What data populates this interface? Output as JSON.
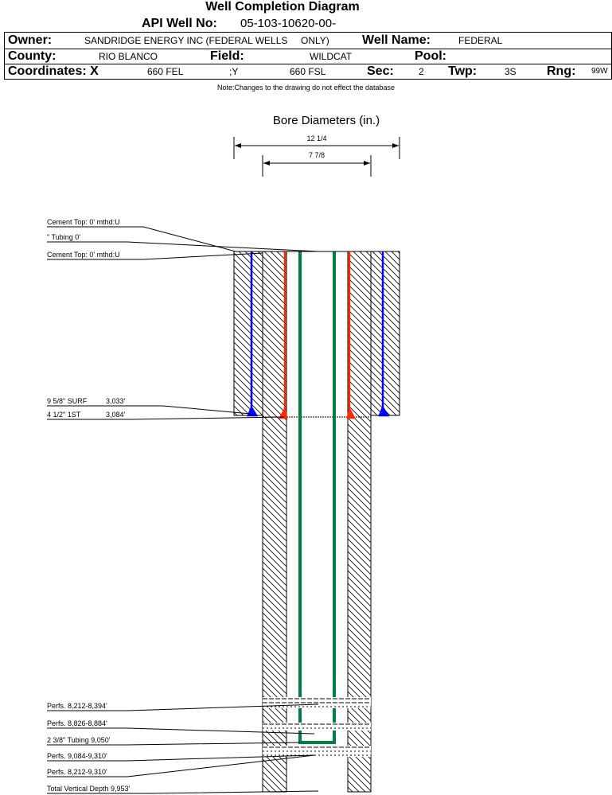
{
  "title": "Well Completion Diagram",
  "header": {
    "api_label": "API Well No:",
    "api_value": "05-103-10620-00-",
    "owner_label": "Owner:",
    "owner_value_line1": "SANDRIDGE ENERGY INC (FEDERAL WELLS",
    "owner_value_line2": "ONLY)",
    "well_name_label": "Well Name:",
    "well_name_value": "FEDERAL",
    "county_label": "County:",
    "county_value": "RIO BLANCO",
    "field_label": "Field:",
    "field_value": "WILDCAT",
    "pool_label": "Pool:",
    "coord_label": "Coordinates: X",
    "x_value": "660 FEL",
    "y_label": ";Y",
    "y_value": "660 FSL",
    "sec_label": "Sec:",
    "sec_value": "2",
    "twp_label": "Twp:",
    "twp_value": "3S",
    "rng_label": "Rng:",
    "rng_value": "99W"
  },
  "note": "Note:Changes to the drawing do not effect the database",
  "diagram": {
    "bore_title": "Bore Diameters (in.)",
    "bore_outer": "12 1/4",
    "bore_inner": "7 7/8",
    "labels": [
      "Cement Top: 0' mthd:U",
      "\" Tubing 0'",
      "Cement Top: 0' mthd:U",
      "9 5/8\" SURF",
      "3,033'",
      "4 1/2\" 1ST",
      "3,084'",
      "Perfs. 8,212-8,394'",
      "Perfs. 8,826-8,884'",
      "2 3/8\" Tubing 9,050'",
      "Perfs. 9,084-9,310'",
      "Perfs. 8,212-9,310'",
      "Total Vertical Depth 9,953'"
    ],
    "colors": {
      "surface_casing": "#0000ff",
      "production_casing": "#ff2a00",
      "tubing": "#008040"
    }
  }
}
